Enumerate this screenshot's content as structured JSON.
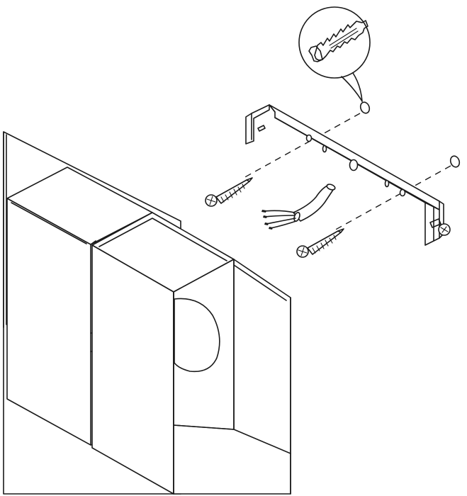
{
  "figure": {
    "description_type": "exploded-assembly-line-drawing",
    "colors": {
      "line": "#1a1a1a",
      "background": "#ffffff"
    },
    "parts": [
      {
        "id": "wall-plug",
        "icon": "wall-anchor-icon"
      },
      {
        "id": "mounting-bracket",
        "icon": "bracket-icon"
      },
      {
        "id": "screw-upper",
        "icon": "wood-screw-icon"
      },
      {
        "id": "screw-lower",
        "icon": "wood-screw-icon"
      },
      {
        "id": "cable-wires",
        "icon": "cable-icon"
      },
      {
        "id": "housing",
        "icon": "enclosure-icon"
      },
      {
        "id": "bracket-mount-screw",
        "icon": "machine-screw-icon"
      }
    ]
  }
}
